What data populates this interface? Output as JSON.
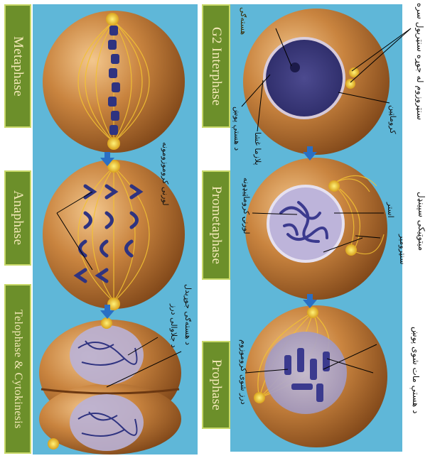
{
  "stages": {
    "g2_interphase": "G2 Interphase",
    "prometaphase": "Prometaphase",
    "prophase": "Prophase",
    "metaphase": "Metaphase",
    "anaphase": "Anaphase",
    "telophase": "Telophase & Cytokinesis"
  },
  "labels": {
    "centrosome_centrioles": "سنټروزوم له جوړه سنټريول سره",
    "chromatin": "کروماټين",
    "nucleolus": "هسته‌ګی",
    "nuclear_envelope": "د هستې پوښ",
    "plasma_membrane": "پلازما غشا",
    "aster": "استر",
    "mitotic_spindle": "میتوټیکی سپینډل",
    "centromere": "سنټرومير",
    "sister_chromatids": "لورنۍ کروماټيډونه",
    "nuclear_envelope_fragments": "د هستې مات شوی پوښ",
    "condensed_chromosome": "درز شوی کروموزوم",
    "daughter_chromosomes": "لورنی کروموزومونه",
    "nucleolus_forming": "د هسته‌ګی جوړيدل",
    "cleavage_furrow": "د جلاوالی درز"
  },
  "colors": {
    "panel": "#5fb7d8",
    "cell": "#b06a2a",
    "cell_highlight": "#e9b575",
    "spindle": "#f2c233",
    "chromosome": "#343a8a",
    "stage_box": "#6c8f2a"
  }
}
